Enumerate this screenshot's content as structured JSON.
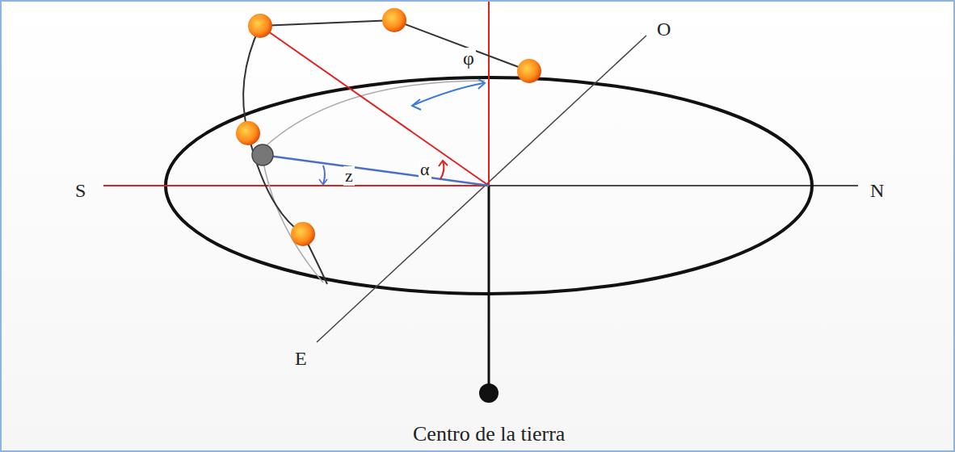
{
  "diagram": {
    "labels": [
      "S",
      "N",
      "O",
      "E",
      "φ",
      "z",
      "α",
      "Centro de la tierra"
    ]
  }
}
